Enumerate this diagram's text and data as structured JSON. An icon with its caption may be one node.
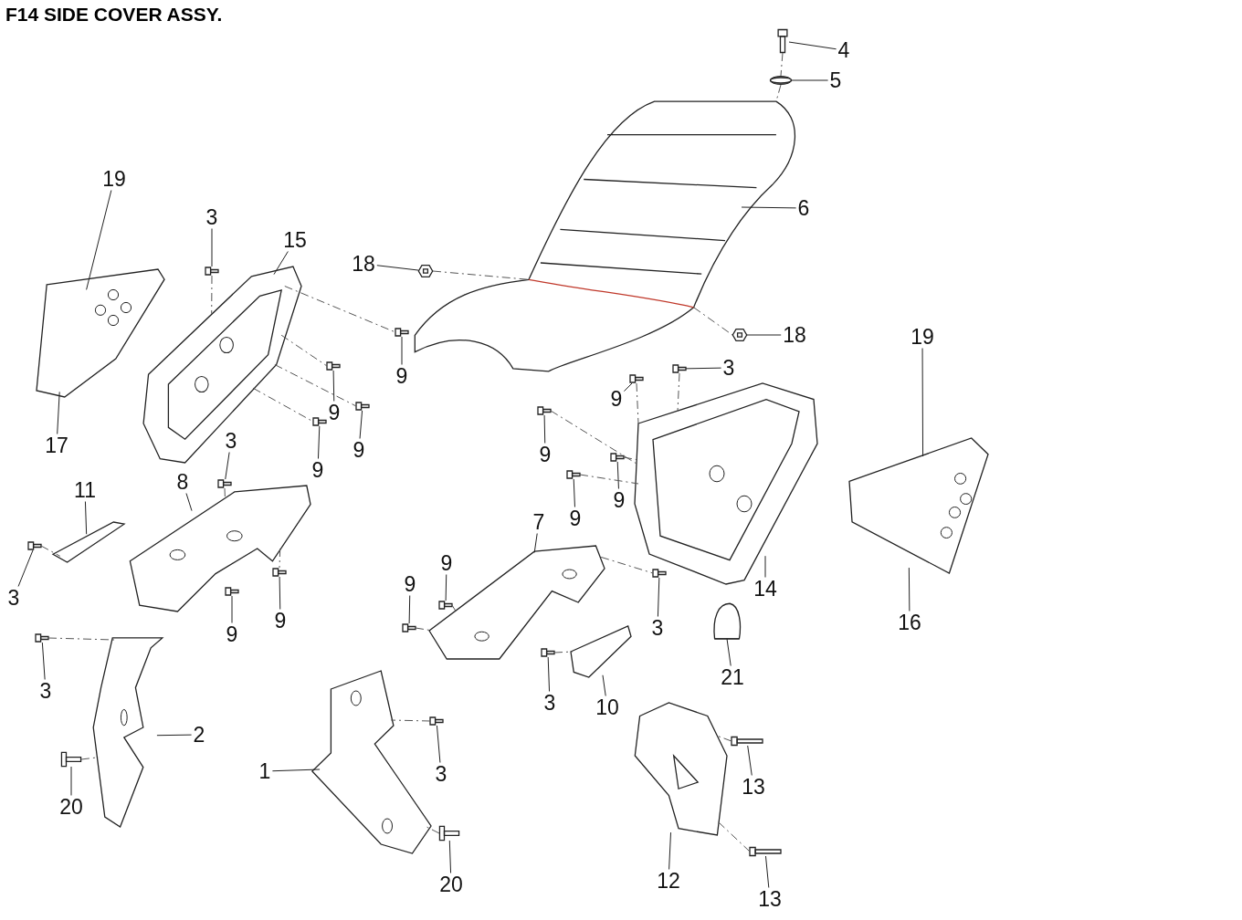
{
  "diagram": {
    "title": "F14  SIDE COVER ASSY.",
    "nodes": [
      {
        "text": [
          "19"
        ]
      },
      {
        "text": [],
        "shape": "picture"
      },
      {
        "text": [
          "3"
        ]
      },
      {
        "text": [],
        "shape": "picture"
      },
      {
        "text": [
          "15"
        ]
      },
      {
        "text": [],
        "shape": "picture"
      },
      {
        "text": [
          "4"
        ]
      },
      {
        "text": [],
        "shape": "picture"
      },
      {
        "text": [
          "5"
        ]
      },
      {
        "text": [],
        "shape": "picture"
      },
      {
        "text": [
          "6"
        ]
      },
      {
        "text": [],
        "shape": "picture"
      },
      {
        "text": [
          "18"
        ]
      },
      {
        "text": [],
        "shape": "picture"
      },
      {
        "text": [
          "18"
        ]
      },
      {
        "text": [],
        "shape": "picture"
      },
      {
        "text": [
          "19"
        ]
      },
      {
        "text": [],
        "shape": "picture"
      },
      {
        "text": [
          "3"
        ]
      },
      {
        "text": [],
        "shape": "picture"
      },
      {
        "text": [
          "9"
        ]
      },
      {
        "text": [],
        "shape": "picture"
      },
      {
        "text": [
          "9"
        ]
      },
      {
        "text": [],
        "shape": "picture"
      },
      {
        "text": [
          "9"
        ]
      },
      {
        "text": [],
        "shape": "picture"
      },
      {
        "text": [
          "17"
        ]
      },
      {
        "text": [
          "9"
        ]
      },
      {
        "text": [],
        "shape": "picture"
      },
      {
        "text": [
          "3"
        ]
      },
      {
        "text": [],
        "shape": "picture"
      },
      {
        "text": [
          "9"
        ]
      },
      {
        "text": [],
        "shape": "picture"
      },
      {
        "text": [
          "9"
        ]
      },
      {
        "text": [],
        "shape": "picture"
      },
      {
        "text": [
          "11"
        ]
      },
      {
        "text": [],
        "shape": "picture"
      },
      {
        "text": [
          "8"
        ]
      },
      {
        "text": [],
        "shape": "picture"
      },
      {
        "text": [
          "9"
        ]
      },
      {
        "text": [],
        "shape": "picture"
      },
      {
        "text": [
          "9"
        ]
      },
      {
        "text": [],
        "shape": "picture"
      },
      {
        "text": [
          "7"
        ]
      },
      {
        "text": [],
        "shape": "picture"
      },
      {
        "text": [
          "9"
        ]
      },
      {
        "text": [],
        "shape": "picture"
      },
      {
        "text": [
          "9"
        ]
      },
      {
        "text": [],
        "shape": "picture"
      },
      {
        "text": [
          "14"
        ]
      },
      {
        "text": [],
        "shape": "picture"
      },
      {
        "text": [
          "3"
        ]
      },
      {
        "text": [],
        "shape": "picture"
      },
      {
        "text": [
          "16"
        ]
      },
      {
        "text": [
          "9"
        ]
      },
      {
        "text": [],
        "shape": "picture"
      },
      {
        "text": [
          "9"
        ]
      },
      {
        "text": [],
        "shape": "picture"
      },
      {
        "text": [
          "3"
        ]
      },
      {
        "text": [],
        "shape": "picture"
      },
      {
        "text": [
          "21"
        ]
      },
      {
        "text": [],
        "shape": "picture"
      },
      {
        "text": [
          "3"
        ]
      },
      {
        "text": [],
        "shape": "picture"
      },
      {
        "text": [
          "3"
        ]
      },
      {
        "text": [],
        "shape": "picture"
      },
      {
        "text": [
          "10"
        ]
      },
      {
        "text": [],
        "shape": "picture"
      },
      {
        "text": [
          "2"
        ]
      },
      {
        "text": [],
        "shape": "picture"
      },
      {
        "text": [
          "1"
        ]
      },
      {
        "text": [],
        "shape": "picture"
      },
      {
        "text": [
          "3"
        ]
      },
      {
        "text": [],
        "shape": "picture"
      },
      {
        "text": [
          "13"
        ]
      },
      {
        "text": [],
        "shape": "picture"
      },
      {
        "text": [
          "20"
        ]
      },
      {
        "text": [],
        "shape": "picture"
      },
      {
        "text": [
          "12"
        ]
      },
      {
        "text": [],
        "shape": "picture"
      },
      {
        "text": [
          "20"
        ]
      },
      {
        "text": [],
        "shape": "picture"
      },
      {
        "text": [
          "13"
        ]
      },
      {
        "text": [],
        "shape": "picture"
      }
    ],
    "edges": [
      {
        "from": 0,
        "to": 1,
        "arrow": "none"
      },
      {
        "from": 2,
        "to": 3,
        "arrow": "none"
      },
      {
        "from": 4,
        "to": 5,
        "arrow": "none"
      },
      {
        "from": 6,
        "to": 7,
        "arrow": "none"
      },
      {
        "from": 8,
        "to": 9,
        "arrow": "none"
      },
      {
        "from": 10,
        "to": 11,
        "arrow": "none"
      },
      {
        "from": 12,
        "to": 13,
        "arrow": "none"
      },
      {
        "from": 14,
        "to": 15,
        "arrow": "none"
      },
      {
        "from": 16,
        "to": 17,
        "arrow": "none"
      },
      {
        "from": 18,
        "to": 19,
        "arrow": "none"
      },
      {
        "from": 20,
        "to": 21,
        "arrow": "none"
      },
      {
        "from": 22,
        "to": 23,
        "arrow": "none"
      },
      {
        "from": 24,
        "to": 25,
        "arrow": "none"
      },
      {
        "from": 26,
        "to": 1,
        "arrow": "none"
      },
      {
        "from": 27,
        "to": 28,
        "arrow": "none"
      },
      {
        "from": 29,
        "to": 30,
        "arrow": "none"
      },
      {
        "from": 31,
        "to": 32,
        "arrow": "none"
      },
      {
        "from": 33,
        "to": 34,
        "arrow": "none"
      },
      {
        "from": 35,
        "to": 36,
        "arrow": "none"
      },
      {
        "from": 37,
        "to": 38,
        "arrow": "none"
      },
      {
        "from": 39,
        "to": 40,
        "arrow": "none"
      },
      {
        "from": 41,
        "to": 42,
        "arrow": "none"
      },
      {
        "from": 43,
        "to": 44,
        "arrow": "none"
      },
      {
        "from": 45,
        "to": 46,
        "arrow": "none"
      },
      {
        "from": 47,
        "to": 48,
        "arrow": "none"
      },
      {
        "from": 49,
        "to": 50,
        "arrow": "none"
      },
      {
        "from": 51,
        "to": 52,
        "arrow": "none"
      },
      {
        "from": 53,
        "to": 17,
        "arrow": "none"
      },
      {
        "from": 54,
        "to": 55,
        "arrow": "none"
      },
      {
        "from": 56,
        "to": 57,
        "arrow": "none"
      },
      {
        "from": 58,
        "to": 59,
        "arrow": "none"
      },
      {
        "from": 60,
        "to": 61,
        "arrow": "none"
      },
      {
        "from": 62,
        "to": 63,
        "arrow": "none"
      },
      {
        "from": 64,
        "to": 65,
        "arrow": "none"
      },
      {
        "from": 66,
        "to": 67,
        "arrow": "none"
      },
      {
        "from": 68,
        "to": 69,
        "arrow": "none"
      },
      {
        "from": 70,
        "to": 71,
        "arrow": "none"
      },
      {
        "from": 72,
        "to": 73,
        "arrow": "none"
      },
      {
        "from": 74,
        "to": 75,
        "arrow": "none"
      },
      {
        "from": 76,
        "to": 77,
        "arrow": "none"
      },
      {
        "from": 78,
        "to": 79,
        "arrow": "none"
      },
      {
        "from": 80,
        "to": 81,
        "arrow": "none"
      },
      {
        "from": 82,
        "to": 83,
        "arrow": "none"
      },
      {
        "from": 3,
        "to": 5,
        "arrow": "none",
        "style": "dashed"
      },
      {
        "from": 5,
        "to": 21,
        "arrow": "none",
        "style": "dashed"
      },
      {
        "from": 5,
        "to": 23,
        "arrow": "none",
        "style": "dashed"
      },
      {
        "from": 5,
        "to": 28,
        "arrow": "none",
        "style": "dashed"
      },
      {
        "from": 5,
        "to": 34,
        "arrow": "none",
        "style": "dashed"
      },
      {
        "from": 30,
        "to": 38,
        "arrow": "none",
        "style": "dashed"
      },
      {
        "from": 52,
        "to": 36,
        "arrow": "none",
        "style": "dashed"
      },
      {
        "from": 38,
        "to": 55,
        "arrow": "none",
        "style": "dashed"
      },
      {
        "from": 63,
        "to": 69,
        "arrow": "none",
        "style": "dashed"
      },
      {
        "from": 77,
        "to": 69,
        "arrow": "none",
        "style": "dashed"
      },
      {
        "from": 73,
        "to": 71,
        "arrow": "none",
        "style": "dashed"
      },
      {
        "from": 81,
        "to": 71,
        "arrow": "none",
        "style": "dashed"
      },
      {
        "from": 13,
        "to": 11,
        "arrow": "none",
        "style": "dashed"
      },
      {
        "from": 11,
        "to": 15,
        "arrow": "none",
        "style": "dashed"
      },
      {
        "from": 7,
        "to": 9,
        "arrow": "none",
        "style": "dashed"
      },
      {
        "from": 9,
        "to": 11,
        "arrow": "none",
        "style": "dashed"
      },
      {
        "from": 19,
        "to": 50,
        "arrow": "none",
        "style": "dashed"
      },
      {
        "from": 25,
        "to": 50,
        "arrow": "none",
        "style": "dashed"
      },
      {
        "from": 32,
        "to": 50,
        "arrow": "none",
        "style": "dashed"
      },
      {
        "from": 42,
        "to": 50,
        "arrow": "none",
        "style": "dashed"
      },
      {
        "from": 40,
        "to": 50,
        "arrow": "none",
        "style": "dashed"
      },
      {
        "from": 46,
        "to": 44,
        "arrow": "none",
        "style": "dashed"
      },
      {
        "from": 48,
        "to": 44,
        "arrow": "none",
        "style": "dashed"
      },
      {
        "from": 65,
        "to": 67,
        "arrow": "none",
        "style": "dashed"
      },
      {
        "from": 44,
        "to": 59,
        "arrow": "none",
        "style": "dashed"
      },
      {
        "from": 75,
        "to": 79,
        "arrow": "none",
        "style": "dashed"
      },
      {
        "from": 83,
        "to": 79,
        "arrow": "none",
        "style": "dashed"
      }
    ]
  }
}
